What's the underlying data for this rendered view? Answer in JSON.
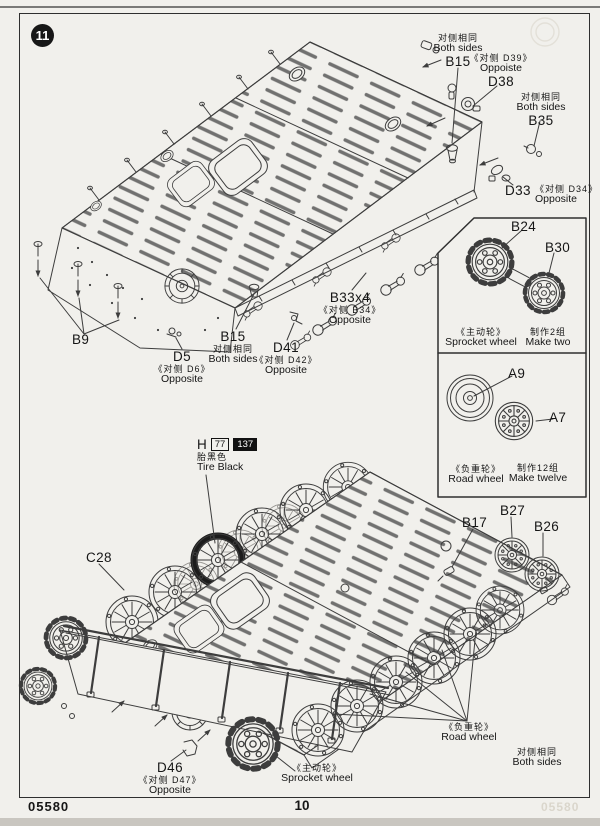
{
  "page": {
    "step_number": "11",
    "kit_number": "05580",
    "page_number": "10",
    "watermark": "05580"
  },
  "upper": {
    "b15_top": {
      "cn": "对侧相同",
      "en": "Both sides",
      "part": "B15"
    },
    "d38": {
      "cn": "《对侧 D39》",
      "en": "Oppoiste",
      "part": "D38"
    },
    "b35": {
      "cn": "对侧相同",
      "en": "Both sides",
      "part": "B35"
    },
    "d33": {
      "part": "D33",
      "cn": "《对侧 D34》",
      "en": "Opposite"
    },
    "b9": {
      "part": "B9"
    },
    "d5": {
      "part": "D5",
      "cn": "《对侧 D6》",
      "en": "Opposite"
    },
    "b15_mid": {
      "part": "B15",
      "cn": "对侧相同",
      "en": "Both sides"
    },
    "d41": {
      "part": "D41",
      "cn": "《对侧 D42》",
      "en": "Opposite"
    },
    "b33": {
      "part": "B33x4",
      "cn": "《对侧 B34》",
      "en": "Opposite"
    }
  },
  "inset": {
    "sprocket": {
      "part_left": "B24",
      "part_right": "B30",
      "name_cn": "《主动轮》",
      "name_en": "Sprocket wheel",
      "qty_cn": "制作2组",
      "qty_en": "Make two"
    },
    "road_wheel": {
      "part_left": "A9",
      "part_right": "A7",
      "name_cn": "《负重轮》",
      "name_en": "Road wheel",
      "qty_cn": "制作12组",
      "qty_en": "Make twelve"
    }
  },
  "lower": {
    "paint": {
      "letter": "H",
      "code_left": "77",
      "code_right": "137",
      "cn": "胎黑色",
      "en": "Tire Black"
    },
    "c28": {
      "part": "C28"
    },
    "b17": {
      "part": "B17"
    },
    "b27": {
      "part": "B27"
    },
    "b26": {
      "part": "B26"
    },
    "d46": {
      "part": "D46",
      "cn": "《对侧 D47》",
      "en": "Opposite"
    },
    "sprocket": {
      "name_cn": "《主动轮》",
      "name_en": "Sprocket wheel"
    },
    "road_wheel": {
      "name_cn": "《负重轮》",
      "name_en": "Road wheel"
    },
    "both_sides": {
      "cn": "对侧相同",
      "en": "Both sides"
    }
  }
}
